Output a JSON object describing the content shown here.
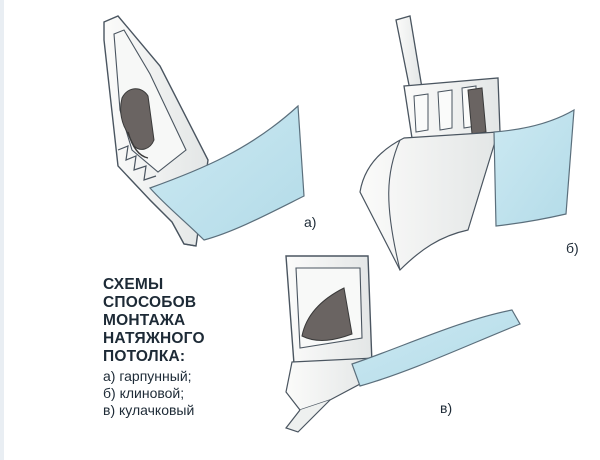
{
  "caption": {
    "title_lines": [
      "СХЕМЫ",
      "СПОСОБОВ",
      "МОНТАЖА",
      "НАТЯЖНОГО",
      "ПОТОЛКА:"
    ],
    "items": [
      "а) гарпунный;",
      "б) клиновой;",
      "в) кулачковый"
    ]
  },
  "labels": {
    "a": "а)",
    "b": "б)",
    "c": "в)"
  },
  "colors": {
    "profile_fill": "#f3f4f2",
    "profile_stroke": "#4a5560",
    "film": "#bfe3ee",
    "film_stroke": "#5b6f7c",
    "insert": "#6a6462",
    "text": "#1d2a36"
  }
}
